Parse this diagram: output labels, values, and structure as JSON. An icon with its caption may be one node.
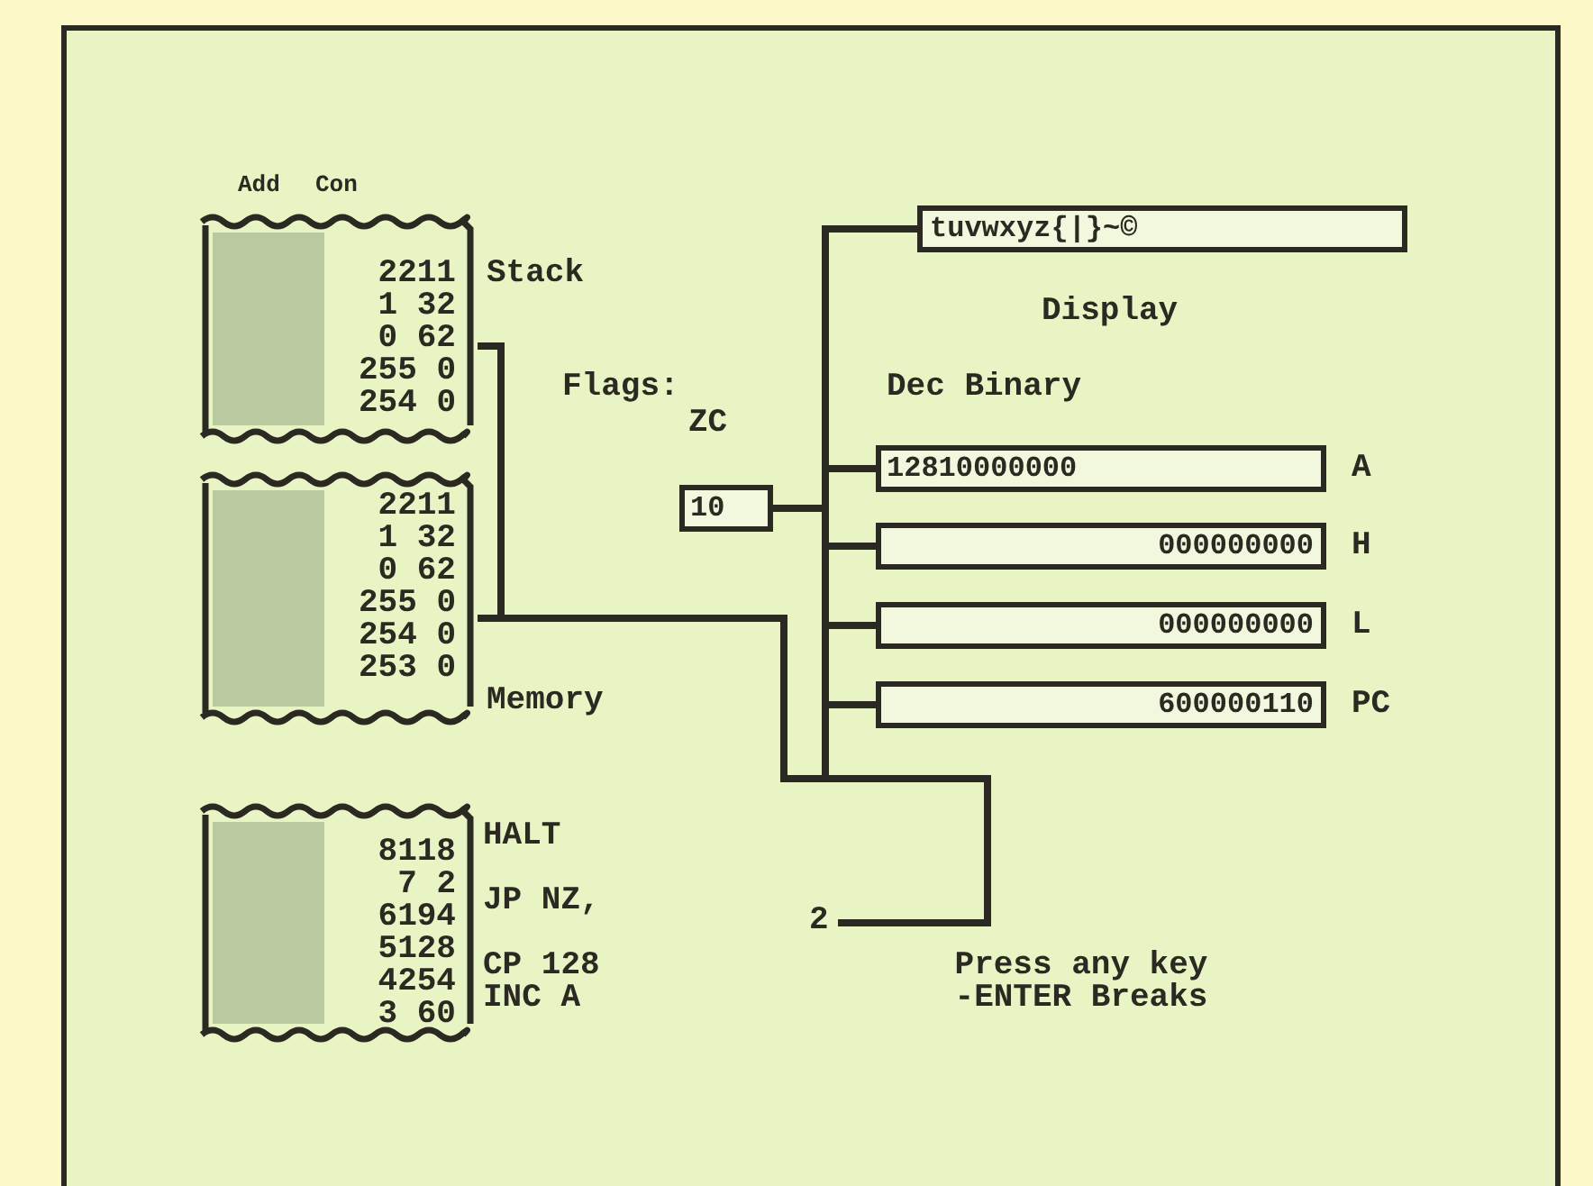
{
  "diagram": {
    "nodes": [
      {
        "text": [
          "2211",
          "1 32",
          "0 62",
          "255 0",
          "254 0"
        ],
        "beside": [
          "Stack"
        ]
      },
      {
        "text": [
          "2211",
          "1 32",
          "0 62",
          "255 0",
          "254 0",
          "253 0"
        ],
        "beside": [
          "Memory"
        ]
      },
      {
        "text": [
          "8118",
          "7 2",
          "6194",
          "5128",
          "4254",
          "3 60"
        ],
        "beside": [
          "HALT",
          "JP NZ,",
          "CP 128",
          "INC A"
        ]
      },
      {
        "text": [
          "tuvwxyz{|}~©"
        ],
        "beside": [
          "Display"
        ]
      },
      {
        "text": [
          "10"
        ]
      },
      {
        "text": [
          "12810000000"
        ],
        "beside": [
          "A"
        ]
      },
      {
        "text": [
          "000000000"
        ],
        "beside": [
          "H"
        ]
      },
      {
        "text": [
          "000000000"
        ],
        "beside": [
          "L"
        ]
      },
      {
        "text": [
          "600000110"
        ],
        "beside": [
          "PC"
        ]
      },
      {
        "text": [
          "2"
        ]
      }
    ],
    "edges": [
      {
        "from": 0,
        "to": 9,
        "arrow": "none"
      },
      {
        "from": 1,
        "to": 9,
        "arrow": "none"
      },
      {
        "from": 3,
        "to": 9,
        "arrow": "none"
      },
      {
        "from": 4,
        "to": 9,
        "arrow": "none"
      },
      {
        "from": 5,
        "to": 9,
        "arrow": "none"
      },
      {
        "from": 6,
        "to": 9,
        "arrow": "none"
      },
      {
        "from": 7,
        "to": 9,
        "arrow": "none"
      },
      {
        "from": 8,
        "to": 9,
        "arrow": "none"
      }
    ],
    "labels": [
      "Add",
      "Con",
      "Flags:",
      "ZC",
      "Dec Binary",
      "Press any key -ENTER Breaks"
    ]
  }
}
